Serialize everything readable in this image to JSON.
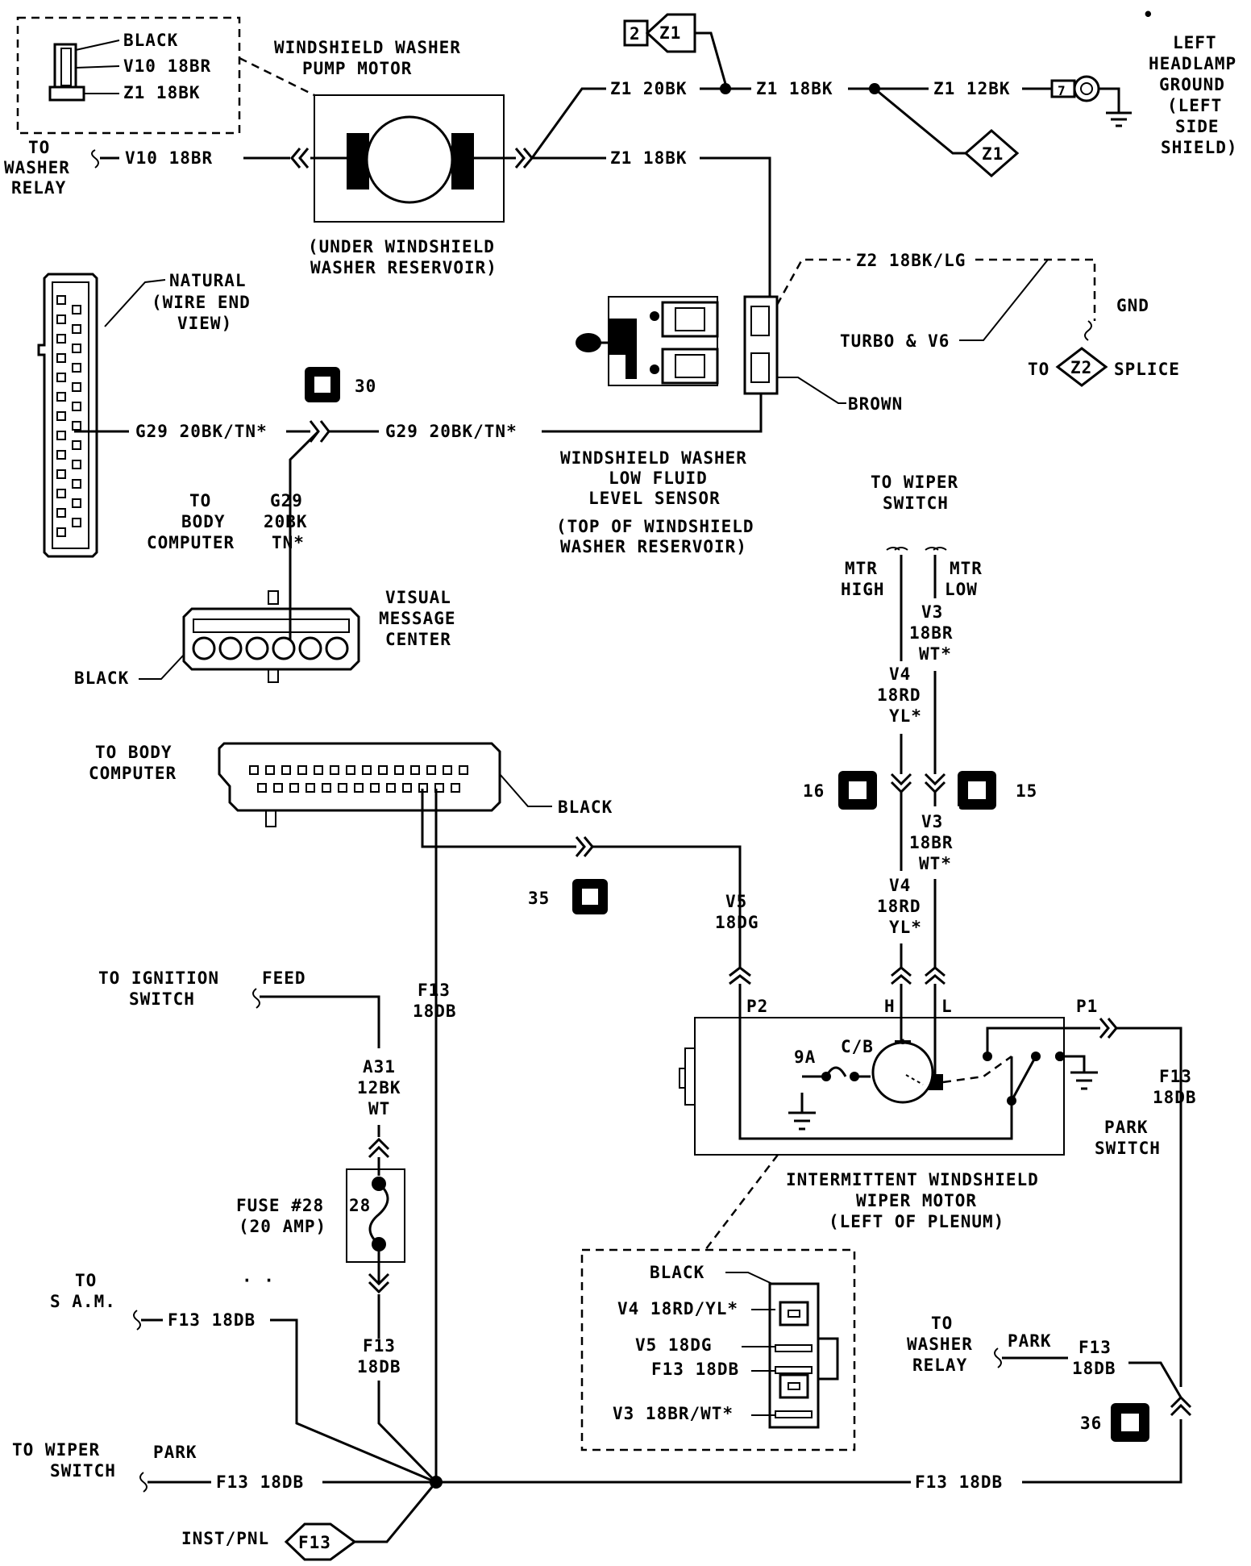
{
  "conn_detail": {
    "black": "BLACK",
    "v10": "V10 18BR",
    "z1": "Z1 18BK"
  },
  "washer_pump": {
    "title1": "WINDSHIELD WASHER",
    "title2": "PUMP MOTOR",
    "loc1": "(UNDER WINDSHIELD",
    "loc2": "WASHER RESERVOIR)",
    "to1": "TO",
    "to2": "WASHER",
    "to3": "RELAY",
    "wire_v10": "V10 18BR",
    "wire_z1_20": "Z1 20BK",
    "wire_z1_18": "Z1 18BK"
  },
  "splice_top": {
    "num": "2",
    "label": "Z1"
  },
  "ground_feed": {
    "z1_18": "Z1 18BK",
    "z1_12": "Z1 12BK",
    "splice": "Z1",
    "term": "7",
    "hl1": "LEFT",
    "hl2": "HEADLAMP",
    "hl3": "GROUND",
    "hl4": "(LEFT",
    "hl5": "SIDE",
    "hl6": "SHIELD)"
  },
  "sensor": {
    "z2": "Z2 18BK/LG",
    "gnd": "GND",
    "turbo": "TURBO & V6",
    "to": "TO",
    "splice": "Z2",
    "splice_txt": "SPLICE",
    "brown": "BROWN",
    "t1": "WINDSHIELD WASHER",
    "t2": "LOW FLUID",
    "t3": "LEVEL SENSOR",
    "l1": "(TOP OF WINDSHIELD",
    "l2": "WASHER RESERVOIR)"
  },
  "natural_conn": {
    "l1": "NATURAL",
    "l2": "(WIRE END",
    "l3": "VIEW)"
  },
  "g29": {
    "left": "G29 20BK/TN*",
    "right": "G29 20BK/TN*",
    "badge": "30",
    "v1": "G29",
    "v2": "20BK",
    "v3": "TN*",
    "bc1": "TO",
    "bc2": "BODY",
    "bc3": "COMPUTER"
  },
  "vmc": {
    "l1": "VISUAL",
    "l2": "MESSAGE",
    "l3": "CENTER",
    "black": "BLACK"
  },
  "body_comp": {
    "l1": "TO BODY",
    "l2": "COMPUTER",
    "black": "BLACK"
  },
  "wiper_sw_top": {
    "l1": "TO WIPER",
    "l2": "SWITCH",
    "mh1": "MTR",
    "mh2": "HIGH",
    "ml1": "MTR",
    "ml2": "LOW",
    "v3a": "V3",
    "v3b": "18BR",
    "v3c": "WT*",
    "v4a": "V4",
    "v4b": "18RD",
    "v4c": "YL*",
    "b16": "16",
    "b15": "15",
    "v3d": "V3",
    "v3e": "18BR",
    "v3f": "WT*",
    "v4d": "V4",
    "v4e": "18RD",
    "v4f": "YL*"
  },
  "v5": {
    "badge": "35",
    "l1": "V5",
    "l2": "18DG"
  },
  "ignition": {
    "to1": "TO IGNITION",
    "to2": "SWITCH",
    "feed": "FEED",
    "a1": "A31",
    "a2": "12BK",
    "a3": "WT",
    "fuse_num": "28",
    "fuse1": "FUSE #28",
    "fuse2": "(20 AMP)",
    "f1": "F13",
    "f2": "18DB",
    "f3": "F13",
    "f4": "18DB"
  },
  "motor": {
    "p2": "P2",
    "h": "H",
    "l": "L",
    "p1": "P1",
    "ga": "9A",
    "cb": "C/B",
    "park1": "PARK",
    "park2": "SWITCH",
    "t1": "INTERMITTENT WINDSHIELD",
    "t2": "WIPER MOTOR",
    "t3": "(LEFT OF PLENUM)",
    "f13a": "F13",
    "f13b": "18DB"
  },
  "motor_conn": {
    "black": "BLACK",
    "v4": "V4 18RD/YL*",
    "v5": "V5 18DG",
    "f13": "F13 18DB",
    "v3": "V3 18BR/WT*"
  },
  "bottom": {
    "sam1": "TO",
    "sam2": "S A.M.",
    "sam_wire": "F13 18DB",
    "ws1": "TO WIPER",
    "ws2": "SWITCH",
    "park": "PARK",
    "ws_wire": "F13 18DB",
    "inst": "INST/PNL",
    "inst_splice": "F13",
    "right_wire": "F13 18DB",
    "wr1": "TO",
    "wr2": "WASHER",
    "wr3": "RELAY",
    "wr_park": "PARK",
    "wr_f1": "F13",
    "wr_f2": "18DB",
    "badge36": "36"
  }
}
